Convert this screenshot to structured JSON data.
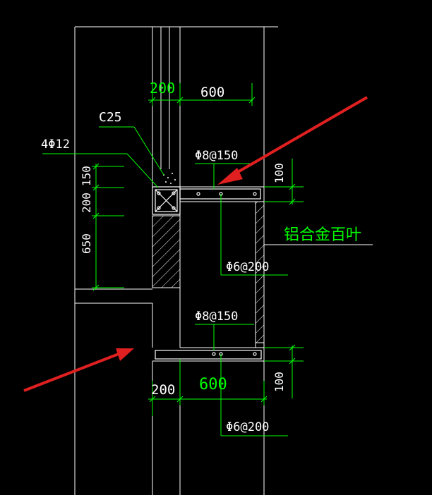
{
  "drawing": {
    "labels": {
      "concrete_grade": "C25",
      "corner_bars": "4Φ12",
      "top_stirrup": "Φ8@150",
      "top_distribution": "Φ6@200",
      "bottom_stirrup": "Φ8@150",
      "bottom_distribution": "Φ6@200",
      "louver_note": "铝合金百叶"
    },
    "dimensions": {
      "top_wall_width": "200",
      "top_slab_width": "600",
      "left_150": "150",
      "left_200": "200",
      "left_650": "650",
      "right_top_100": "100",
      "bottom_wall_width": "200",
      "bottom_slab_width": "600",
      "right_bottom_100": "100"
    },
    "colors": {
      "background": "#000000",
      "outline": "#ffffff",
      "dimension": "#00ff00",
      "arrow": "#e02020"
    }
  }
}
